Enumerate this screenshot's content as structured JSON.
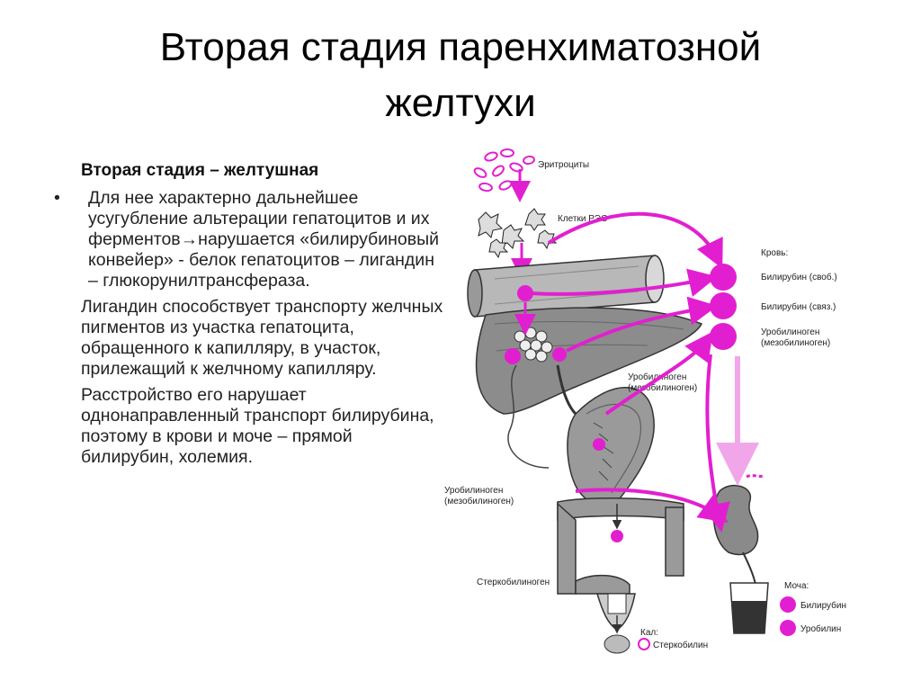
{
  "slide": {
    "title_line1": "Вторая стадия паренхиматозной",
    "title_line2": "желтухи"
  },
  "text": {
    "subheading": "Вторая стадия – желтушная",
    "bullet_char": "•",
    "para1": "Для нее характерно дальнейшее усугубление альтерации гепатоцитов и их ферментов→нарушается «билирубиновый конвейер» - белок гепатоцитов – лигандин – глюкорунилтрансфераза.",
    "para2": "Лигандин способствует транспорту желчных пигментов из участка гепатоцита, обращенного к капилляру, в участок, прилежащий к желчному капилляру.",
    "para3": "Расстройство его нарушает однонаправленный транспорт билирубина, поэтому в крови и моче – прямой билирубин, холемия."
  },
  "diagram": {
    "labels": {
      "erythrocytes": "Эритроциты",
      "res_cells": "Клетки РЭС",
      "blood": "Кровь:",
      "bili_free": "Билирубин (своб.)",
      "bili_bound": "Билирубин (связ.)",
      "urob_blood_1": "Уробилиноген",
      "urob_blood_2": "(мезобилиноген)",
      "urob_intestine_1": "Уробилиноген",
      "urob_intestine_2": "(мезобилиноген)",
      "urob_left_1": "Уробилиноген",
      "urob_left_2": "(мезобилиноген)",
      "sterco": "Стеркобилиноген",
      "urine": "Моча:",
      "urine_bili": "Билирубин",
      "urine_urob": "Уробилин",
      "feces": "Кал:",
      "feces_sterco": "Стеркобилин"
    },
    "colors": {
      "accent": "#e21fd0",
      "accent_light": "#f2a6ea",
      "organ": "#9a9a9a",
      "organ_dark": "#555555"
    }
  }
}
